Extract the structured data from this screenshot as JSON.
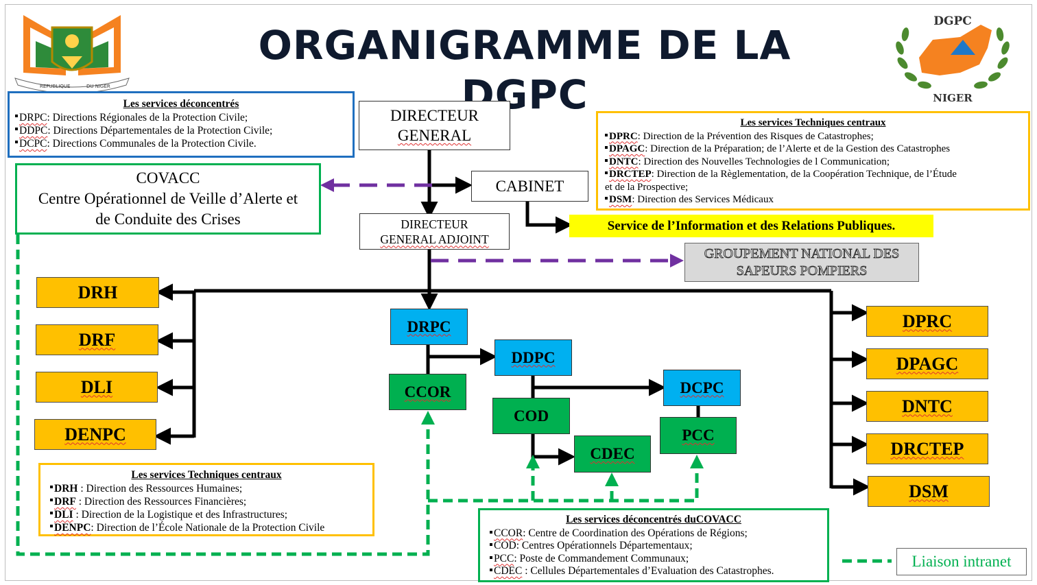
{
  "title": "ORGANIGRAMME DE LA DGPC",
  "logos": {
    "right_top_text": "DGPC",
    "right_bottom_text": "NIGER",
    "left_motto_left": "REPUBLIQUE",
    "left_motto_right": "DU NIGER"
  },
  "nodes": {
    "dg_line1": "DIRECTEUR",
    "dg_line2": "GENERAL",
    "cabinet": "CABINET",
    "covacc_line1": "COVACC",
    "covacc_line2": "Centre Opérationnel de Veille d’Alerte et",
    "covacc_line3": "de Conduite des Crises",
    "dga_line1": "DIRECTEUR",
    "dga_line2": "GENERAL ADJOINT",
    "sirp": "Service de l’Information et des Relations Publiques.",
    "gnsp_line1": "GROUPEMENT NATIONAL DES",
    "gnsp_line2": "SAPEURS POMPIERS",
    "drh": "DRH",
    "drf": "DRF",
    "dli": "DLI",
    "denpc": "DENPC",
    "drpc": "DRPC",
    "ddpc": "DDPC",
    "dcpc": "DCPC",
    "ccor": "CCOR",
    "cod": "COD",
    "cdec": "CDEC",
    "pcc": "PCC",
    "dprc": "DPRC",
    "dpagc": "DPAGC",
    "dntc": "DNTC",
    "drctep": "DRCTEP",
    "dsm": "DSM"
  },
  "legend_deconcentres": {
    "heading": "Les services déconcentrés",
    "items": [
      {
        "code": "DRPC",
        "text": ": Directions Régionales de la Protection Civile;"
      },
      {
        "code": "DDPC",
        "text": ": Directions Départementales de la Protection Civile;"
      },
      {
        "code": "DCPC",
        "text": ": Directions Communales de la Protection Civile."
      }
    ]
  },
  "legend_tech_right": {
    "heading": "Les services Techniques centraux",
    "items": [
      {
        "code": "DPRC",
        "text": ": Direction de la Prévention des Risques de Catastrophes;"
      },
      {
        "code": "DPAGC",
        "text": ": Direction de la Préparation; de l’Alerte et de la Gestion des Catastrophes"
      },
      {
        "code": "DNTC",
        "text": ": Direction des Nouvelles Technologies de l Communication;"
      },
      {
        "code": "DRCTEP",
        "text": ": Direction de la Règlementation, de la Coopération Technique, de l’Étude"
      },
      {
        "code": "",
        "text": "et de la Prospective;"
      },
      {
        "code": "DSM",
        "text": ": Direction des Services Médicaux"
      }
    ]
  },
  "legend_tech_left": {
    "heading": "Les services Techniques centraux",
    "items": [
      {
        "code": "DRH",
        "text": " : Direction des Ressources Humaines;"
      },
      {
        "code": "DRF",
        "text": " : Direction des Ressources Financières;"
      },
      {
        "code": "DLI",
        "text": " : Direction de la Logistique et des Infrastructures;"
      },
      {
        "code": "DENPC",
        "text": ": Direction de l’École Nationale de la Protection Civile"
      }
    ]
  },
  "legend_covacc": {
    "heading": "Les services déconcentrés duCOVACC",
    "items": [
      {
        "code": "CCOR",
        "text": ": Centre de Coordination des Opérations de Régions;"
      },
      {
        "code": "COD",
        "text": ": Centres Opérationnels Départementaux;"
      },
      {
        "code": "PCC",
        "text": ": Poste de Commandement Communaux;"
      },
      {
        "code": "CDEC",
        "text": " : Cellules Départementales d’Evaluation des Catastrophes."
      }
    ]
  },
  "liaison_label": "Liaison intranet",
  "colors": {
    "gold": "#ffc000",
    "blue": "#00b0f0",
    "green": "#00b050",
    "purple": "#7030a0",
    "yellow": "#ffff00",
    "grey": "#d9d9d9"
  }
}
